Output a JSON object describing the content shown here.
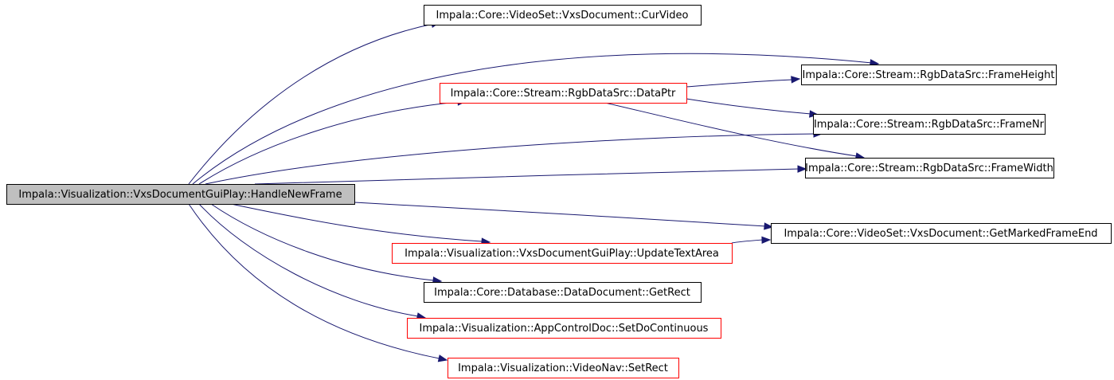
{
  "diagram": {
    "nodes": [
      {
        "id": "handle_new_frame",
        "label": "Impala::Visualization::VxsDocumentGuiPlay::HandleNewFrame",
        "style": "focus"
      },
      {
        "id": "cur_video",
        "label": "Impala::Core::VideoSet::VxsDocument::CurVideo",
        "style": "normal"
      },
      {
        "id": "frame_height",
        "label": "Impala::Core::Stream::RgbDataSrc::FrameHeight",
        "style": "normal"
      },
      {
        "id": "data_ptr",
        "label": "Impala::Core::Stream::RgbDataSrc::DataPtr",
        "style": "truncated"
      },
      {
        "id": "frame_nr",
        "label": "Impala::Core::Stream::RgbDataSrc::FrameNr",
        "style": "normal"
      },
      {
        "id": "frame_width",
        "label": "Impala::Core::Stream::RgbDataSrc::FrameWidth",
        "style": "normal"
      },
      {
        "id": "get_marked_frame_end",
        "label": "Impala::Core::VideoSet::VxsDocument::GetMarkedFrameEnd",
        "style": "normal"
      },
      {
        "id": "update_text_area",
        "label": "Impala::Visualization::VxsDocumentGuiPlay::UpdateTextArea",
        "style": "truncated"
      },
      {
        "id": "get_rect",
        "label": "Impala::Core::Database::DataDocument::GetRect",
        "style": "normal"
      },
      {
        "id": "set_do_continuous",
        "label": "Impala::Visualization::AppControlDoc::SetDoContinuous",
        "style": "truncated"
      },
      {
        "id": "set_rect",
        "label": "Impala::Visualization::VideoNav::SetRect",
        "style": "truncated"
      }
    ],
    "edges": [
      {
        "from": "handle_new_frame",
        "to": "cur_video"
      },
      {
        "from": "handle_new_frame",
        "to": "frame_height"
      },
      {
        "from": "handle_new_frame",
        "to": "data_ptr"
      },
      {
        "from": "handle_new_frame",
        "to": "frame_nr"
      },
      {
        "from": "handle_new_frame",
        "to": "frame_width"
      },
      {
        "from": "handle_new_frame",
        "to": "get_marked_frame_end"
      },
      {
        "from": "handle_new_frame",
        "to": "update_text_area"
      },
      {
        "from": "handle_new_frame",
        "to": "get_rect"
      },
      {
        "from": "handle_new_frame",
        "to": "set_do_continuous"
      },
      {
        "from": "handle_new_frame",
        "to": "set_rect"
      },
      {
        "from": "data_ptr",
        "to": "frame_height"
      },
      {
        "from": "data_ptr",
        "to": "frame_nr"
      },
      {
        "from": "data_ptr",
        "to": "frame_width"
      },
      {
        "from": "update_text_area",
        "to": "get_marked_frame_end"
      }
    ],
    "colors": {
      "focus_fill": "#bfbfbf",
      "node_fill": "#ffffff",
      "normal_border": "#000000",
      "truncated_border": "#ff0000",
      "edge": "#191970"
    }
  }
}
